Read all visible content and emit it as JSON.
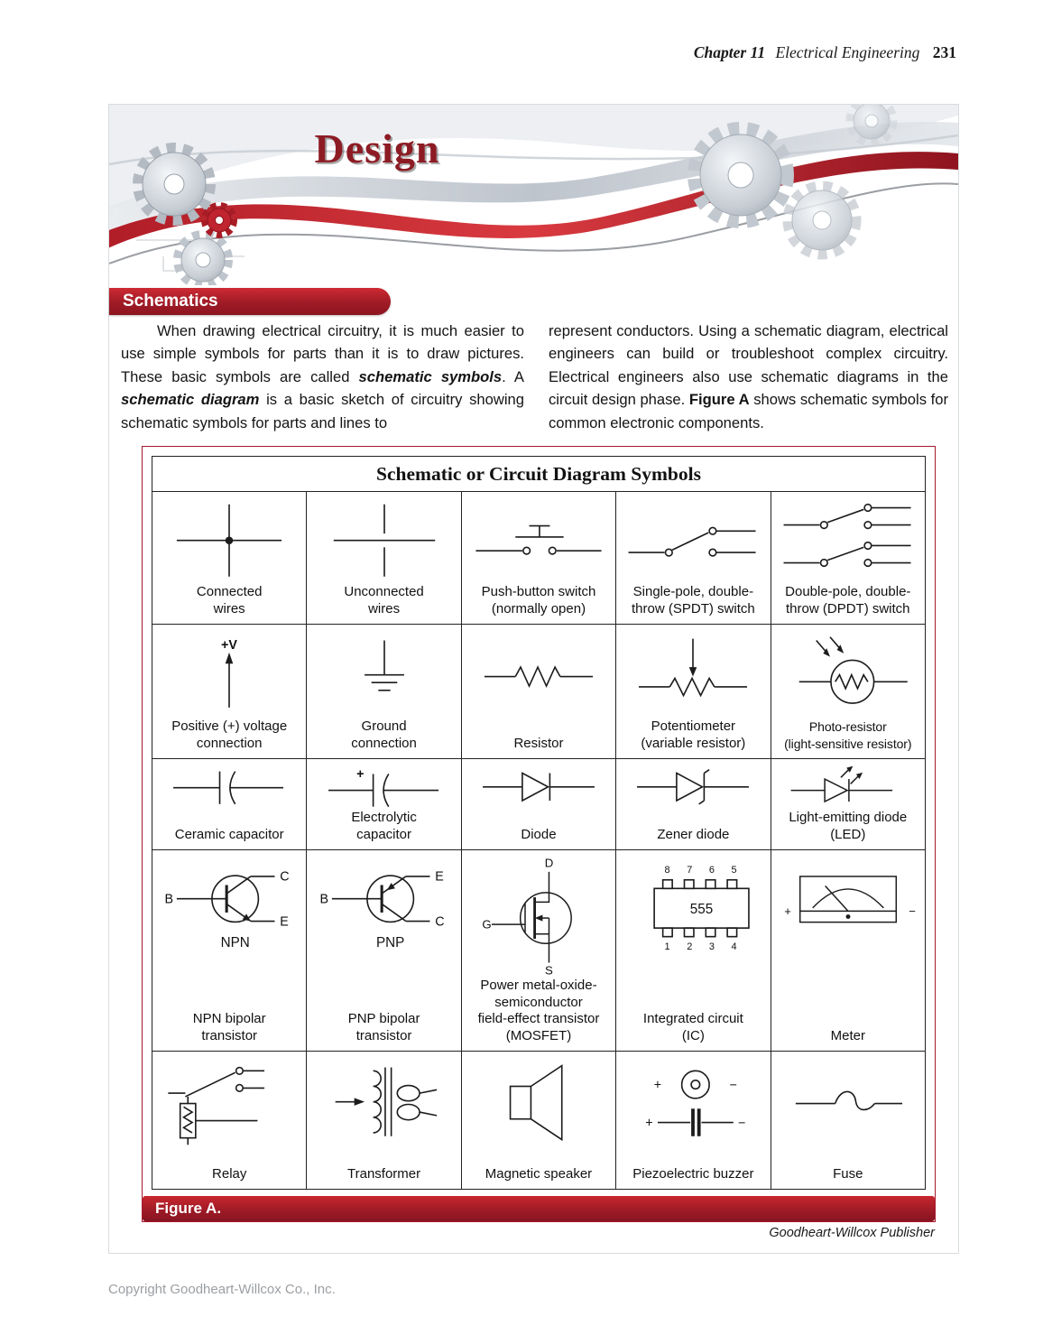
{
  "header": {
    "chapter": "Chapter 11",
    "book": "Electrical Engineering",
    "page": "231"
  },
  "banner": {
    "title": "Design"
  },
  "section": {
    "title": "Schematics"
  },
  "body": {
    "col1": {
      "s1": "When drawing electrical circuitry, it is much easier to use simple symbols for parts than it is to draw pictures. These basic symbols are called ",
      "b1": "schematic symbols",
      "s2": ". A ",
      "b2": "schematic diagram",
      "s3": " is a basic sketch of circuitry showing schematic symbols for parts and lines to"
    },
    "col2": {
      "s1": "represent conductors. Using a schematic diagram, electrical engineers can build or troubleshoot complex circuitry. Electrical engineers also use schematic diagrams in the circuit design phase. ",
      "b1": "Figure A",
      "s2": " shows schematic symbols for common electronic components."
    }
  },
  "figure": {
    "title": "Schematic or Circuit Diagram Symbols",
    "caption": "Figure A.",
    "credit": "Goodheart-Willcox Publisher",
    "accent_color": "#a6192e",
    "rows": [
      {
        "cells": [
          {
            "name": "connected-wires",
            "label": "Connected\nwires"
          },
          {
            "name": "unconnected-wires",
            "label": "Unconnected\nwires"
          },
          {
            "name": "push-button-switch",
            "label": "Push-button switch\n(normally open)"
          },
          {
            "name": "spdt-switch",
            "label": "Single-pole, double-\nthrow (SPDT) switch"
          },
          {
            "name": "dpdt-switch",
            "label": "Double-pole, double-\nthrow (DPDT) switch"
          }
        ]
      },
      {
        "cells": [
          {
            "name": "positive-voltage-connection",
            "label": "Positive (+) voltage\nconnection",
            "ann": [
              "+V"
            ]
          },
          {
            "name": "ground-connection",
            "label": "Ground\nconnection"
          },
          {
            "name": "resistor",
            "label": "Resistor"
          },
          {
            "name": "potentiometer",
            "label": "Potentiometer\n(variable resistor)"
          },
          {
            "name": "photo-resistor",
            "label": "Photo-resistor\n(light-sensitive resistor)"
          }
        ]
      },
      {
        "cells": [
          {
            "name": "ceramic-capacitor",
            "label": "Ceramic capacitor"
          },
          {
            "name": "electrolytic-capacitor",
            "label": "Electrolytic\ncapacitor",
            "ann": [
              "+"
            ]
          },
          {
            "name": "diode",
            "label": "Diode"
          },
          {
            "name": "zener-diode",
            "label": "Zener diode"
          },
          {
            "name": "led",
            "label": "Light-emitting diode\n(LED)"
          }
        ]
      },
      {
        "cells": [
          {
            "name": "npn-transistor",
            "label": "NPN bipolar\ntransistor",
            "ann": [
              "B",
              "C",
              "E",
              "NPN"
            ]
          },
          {
            "name": "pnp-transistor",
            "label": "PNP bipolar\ntransistor",
            "ann": [
              "B",
              "E",
              "C",
              "PNP"
            ]
          },
          {
            "name": "mosfet",
            "label": "Power metal-oxide-\nsemiconductor\nfield-effect transistor\n(MOSFET)",
            "ann": [
              "G",
              "D",
              "S"
            ]
          },
          {
            "name": "integrated-circuit",
            "label": "Integrated circuit\n(IC)",
            "ann": [
              "8 7 6 5",
              "555",
              "1 2 3 4"
            ]
          },
          {
            "name": "meter",
            "label": "Meter",
            "ann": [
              "+",
              "−"
            ]
          }
        ]
      },
      {
        "cells": [
          {
            "name": "relay",
            "label": "Relay"
          },
          {
            "name": "transformer",
            "label": "Transformer"
          },
          {
            "name": "magnetic-speaker",
            "label": "Magnetic speaker"
          },
          {
            "name": "piezoelectric-buzzer",
            "label": "Piezoelectric buzzer",
            "ann": [
              "+",
              "−",
              "+",
              "−"
            ]
          },
          {
            "name": "fuse",
            "label": "Fuse"
          }
        ]
      }
    ]
  },
  "footer": {
    "copyright": "Copyright Goodheart-Willcox Co., Inc."
  }
}
